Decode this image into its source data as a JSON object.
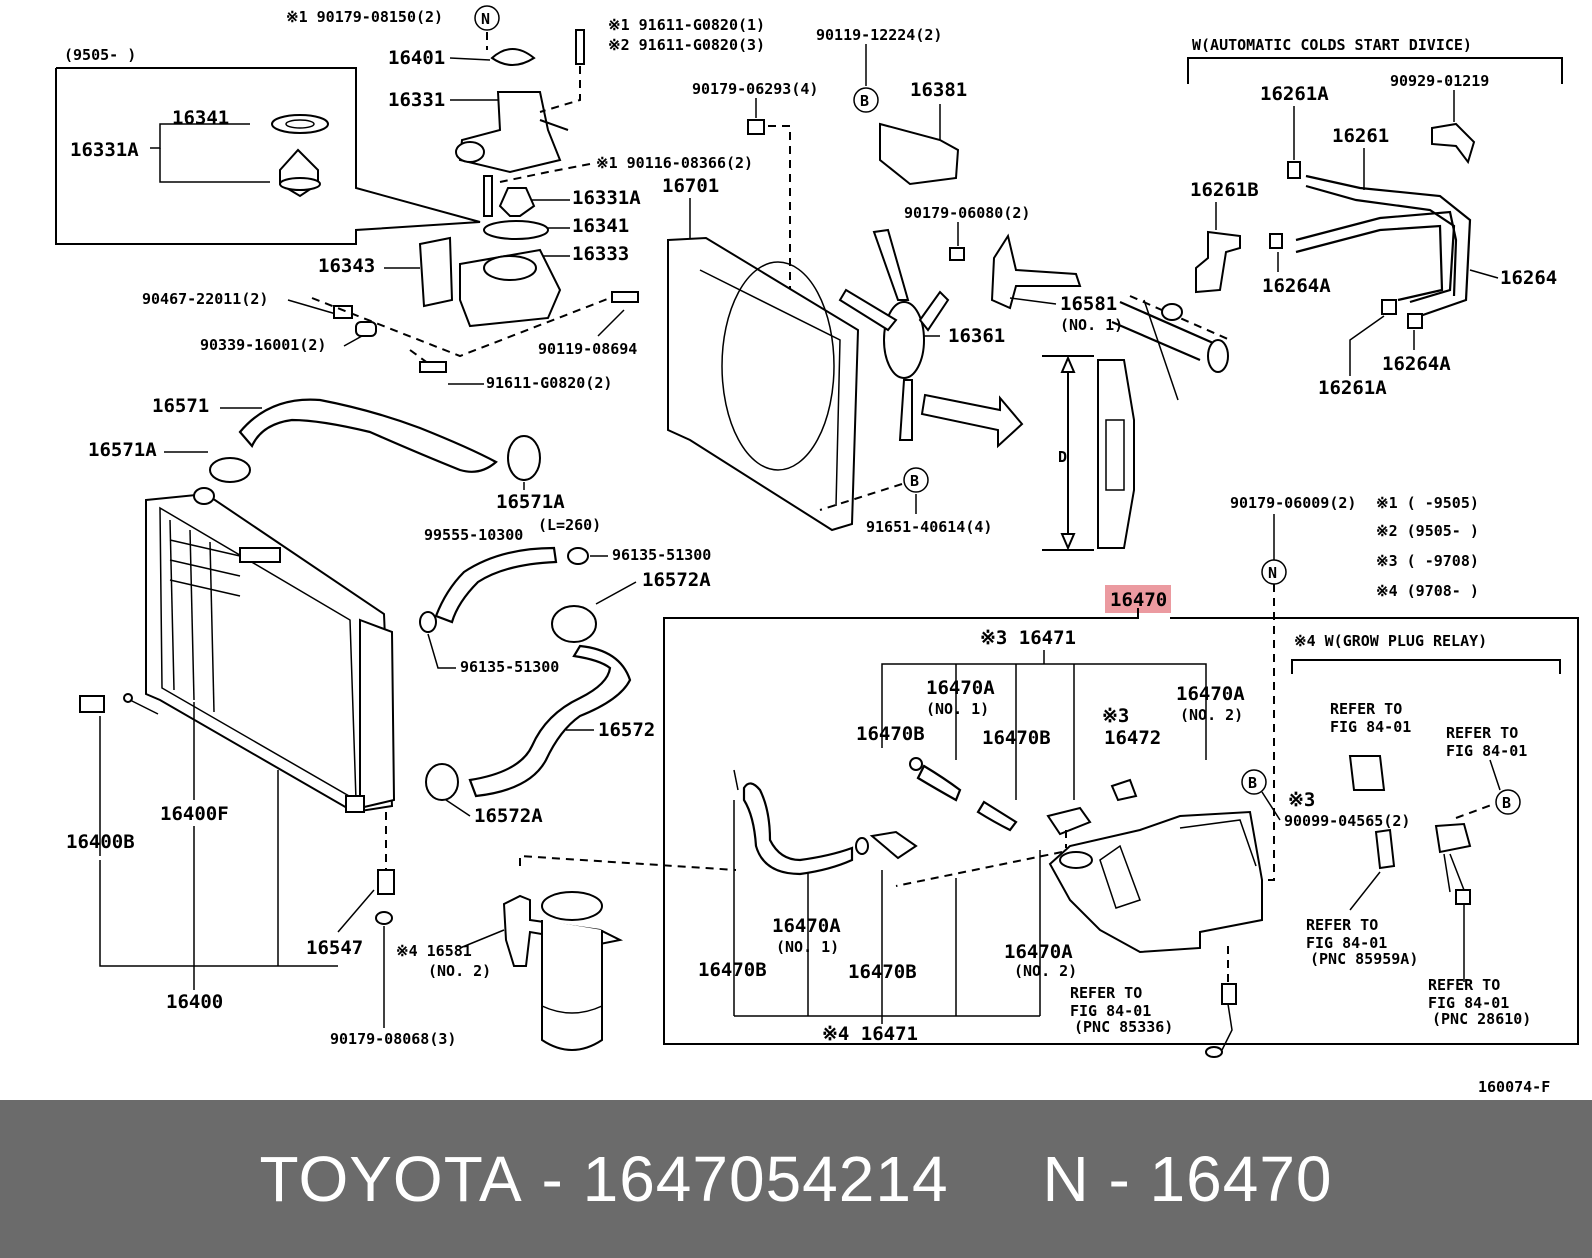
{
  "footer": {
    "brand": "TOYOTA",
    "part_no": "1647054214",
    "ref": "N",
    "pnc": "16470",
    "sep": " - ",
    "gap": "     "
  },
  "highlight": {
    "pnc": "16470",
    "color": "#e8888f"
  },
  "figure_code": "160074-F",
  "notes": {
    "auto_cold_start": "W(AUTOMATIC COLDS START DIVICE)",
    "glow_plug": "※4 W(GROW PLUG RELAY)",
    "n1": "※1 (      -9505)",
    "n2": "※2 (9505-       )",
    "n3": "※3 (      -9708)",
    "n4": "※4 (9708-      )",
    "inset_date": "(9505-       )",
    "refer1": "REFER TO",
    "refer2": "FIG 84-01",
    "pnc85959a": "(PNC 85959A)",
    "pnc28610": "(PNC 28610)",
    "pnc85336": "(PNC 85336)"
  },
  "labels": {
    "p90179_08150": "※1 90179-08150(2)",
    "p16401": "16401",
    "p16331": "16331",
    "p16331a_inset": "16331A",
    "p16341_inset": "16341",
    "p91611_g0820_1": "※1 91611-G0820(1)",
    "p91611_g0820_3": "※2 91611-G0820(3)",
    "p90116_08366": "※1 90116-08366(2)",
    "p16331a": "16331A",
    "p16341": "16341",
    "p16333": "16333",
    "p16343": "16343",
    "p90467_22011": "90467-22011(2)",
    "p90339_16001": "90339-16001(2)",
    "p90119_08694": "90119-08694",
    "p91611_g0820_2": "91611-G0820(2)",
    "p90119_12224": "90119-12224(2)",
    "p16381": "16381",
    "p90179_06293": "90179-06293(4)",
    "p16701": "16701",
    "p90179_06080": "90179-06080(2)",
    "p16581": "16581",
    "p16581_no1": "(NO. 1)",
    "p16361": "16361",
    "p91651_40614": "91651-40614(4)",
    "p16261a": "16261A",
    "p90929_01219": "90929-01219",
    "p16261": "16261",
    "p16261b": "16261B",
    "p16264a": "16264A",
    "p16264": "16264",
    "p16264a_b": "16264A",
    "p16261a_b": "16261A",
    "p16571": "16571",
    "p16571a": "16571A",
    "p16571a_b": "16571A",
    "p99555_10300": "99555-10300",
    "p_l260": "(L=260)",
    "p96135_51300": "96135-51300",
    "p96135_51300_b": "96135-51300",
    "p16572a": "16572A",
    "p16572": "16572",
    "p16572a_b": "16572A",
    "p16400f": "16400F",
    "p16400b": "16400B",
    "p16547": "16547",
    "p16400": "16400",
    "p90179_08068": "90179-08068(3)",
    "p416581": "※4 16581",
    "p416581_no2": "(NO. 2)",
    "p90179_06009": "90179-06009(2)",
    "p16470": "16470",
    "p316471": "※3 16471",
    "p16470a_no1": "16470A",
    "p16470a_no1_s": "(NO. 1)",
    "p16470b": "16470B",
    "p16470b_b": "16470B",
    "p3_16472": "※3",
    "p16472": "16472",
    "p16470a_no2": "16470A",
    "p16470a_no2_s": "(NO. 2)",
    "p3_90099": "※3",
    "p90099_04565": "90099-04565(2)",
    "p16470a_low": "16470A",
    "p16470a_low_s": "(NO. 1)",
    "p16470b_low": "16470B",
    "p16470b_low2": "16470B",
    "p16470a_low2": "16470A",
    "p16470a_low2_s": "(NO. 2)",
    "p416471": "※4 16471",
    "dim_d": "D",
    "circle_n": "N",
    "circle_b": "B"
  }
}
